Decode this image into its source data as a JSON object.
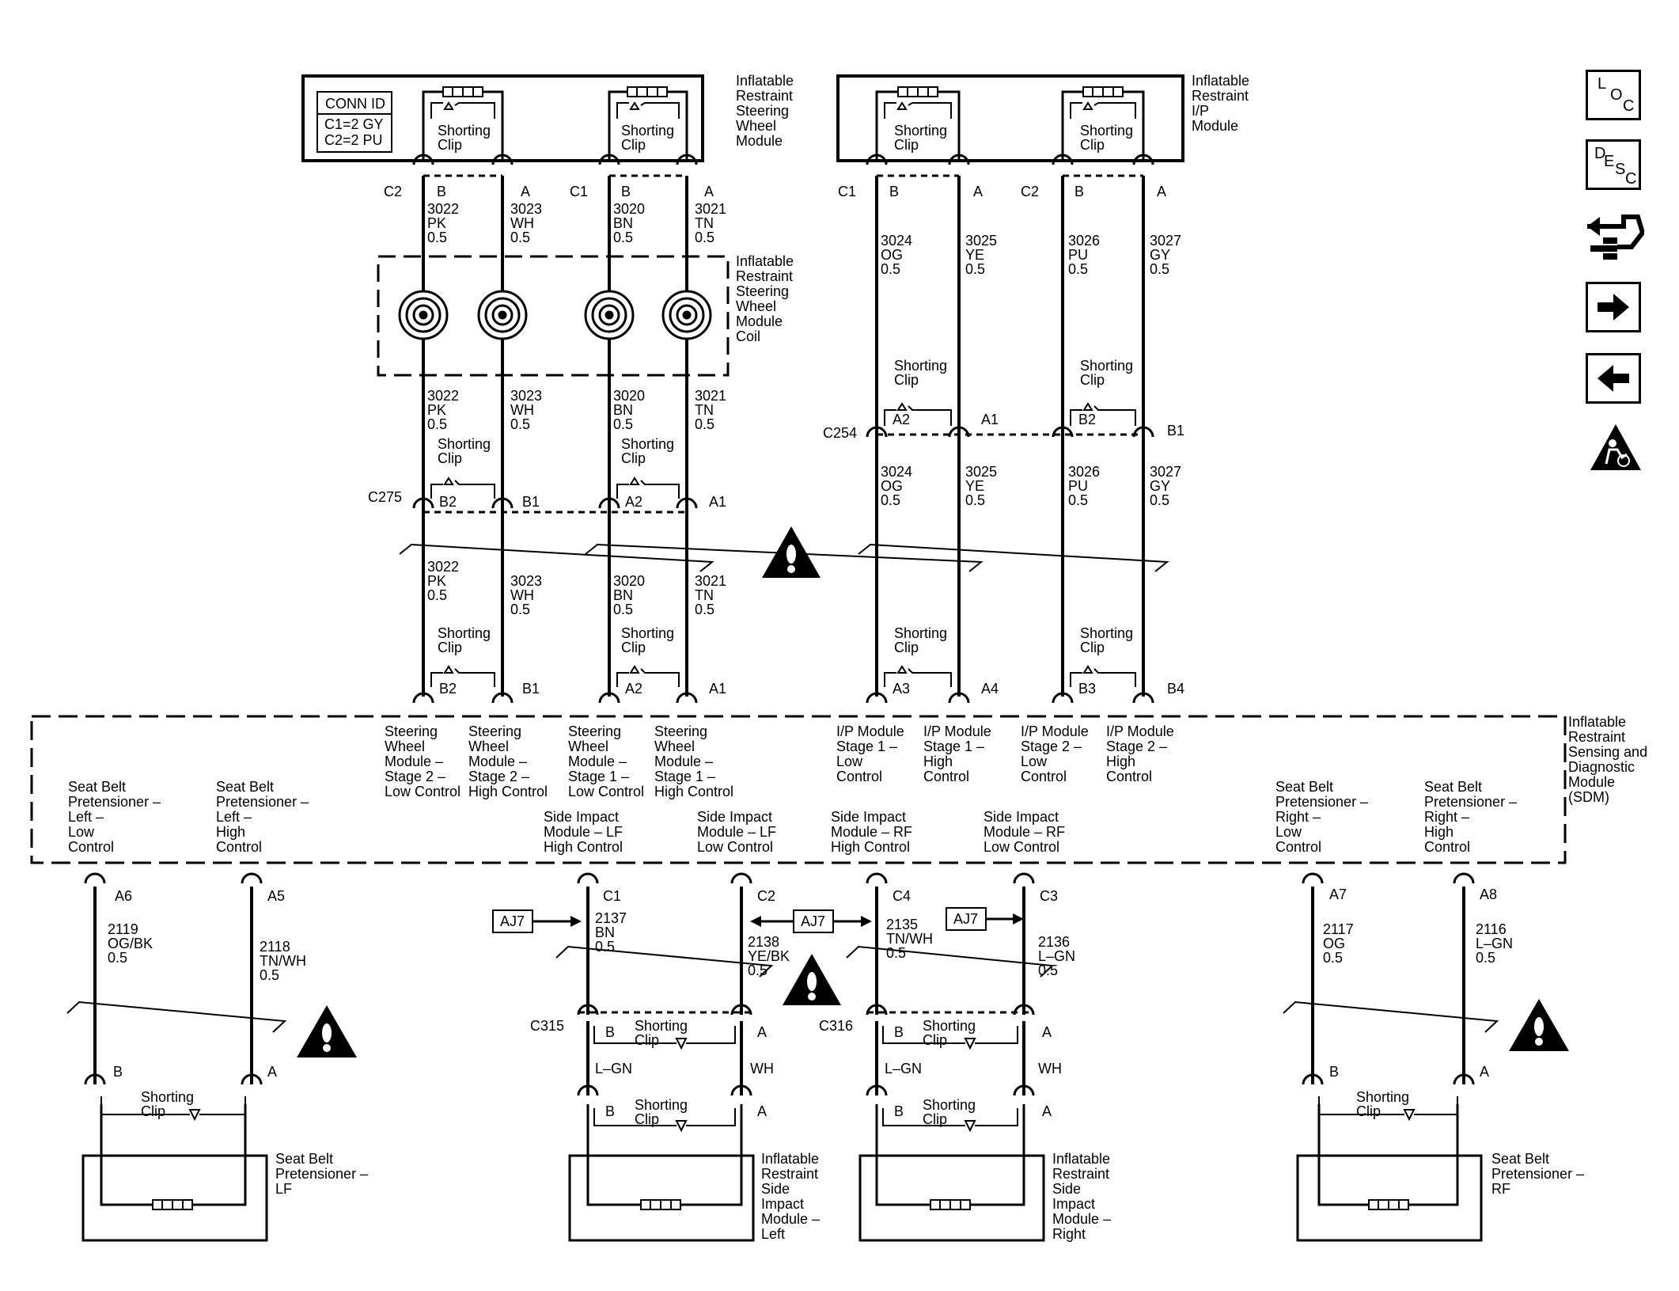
{
  "conn_id": {
    "title": "CONN ID",
    "c1": "C1=2 GY",
    "c2": "C2=2 PU"
  },
  "labels": {
    "shorting": "Shorting",
    "clip": "Clip",
    "aj7": "AJ7"
  },
  "modules": {
    "steering_wheel": [
      "Inflatable",
      "Restraint",
      "Steering",
      "Wheel",
      "Module"
    ],
    "ip_module": [
      "Inflatable",
      "Restraint",
      "I/P",
      "Module"
    ],
    "coil": [
      "Inflatable",
      "Restraint",
      "Steering",
      "Wheel",
      "Module",
      "Coil"
    ],
    "sdm": [
      "Inflatable",
      "Restraint",
      "Sensing and",
      "Diagnostic",
      "Module",
      "(SDM)"
    ],
    "sbp_lf": [
      "Seat Belt",
      "Pretensioner –",
      "LF"
    ],
    "sbp_rf": [
      "Seat Belt",
      "Pretensioner –",
      "RF"
    ],
    "side_left": [
      "Inflatable",
      "Restraint",
      "Side",
      "Impact",
      "Module –",
      "Left"
    ],
    "side_right": [
      "Inflatable",
      "Restraint",
      "Side",
      "Impact",
      "Module –",
      "Right"
    ]
  },
  "connectors": {
    "c2": "C2",
    "c1": "C1",
    "c254": "C254",
    "c275": "C275",
    "c315": "C315",
    "c316": "C316"
  },
  "pins": {
    "a": "A",
    "b": "B",
    "a1": "A1",
    "a2": "A2",
    "b1": "B1",
    "b2": "B2",
    "a3": "A3",
    "a4": "A4",
    "b3": "B3",
    "b4": "B4",
    "a5": "A5",
    "a6": "A6",
    "a7": "A7",
    "a8": "A8",
    "c1": "C1",
    "c2": "C2",
    "c3": "C3",
    "c4": "C4"
  },
  "wires": {
    "w3022": [
      "3022",
      "PK",
      "0.5"
    ],
    "w3023": [
      "3023",
      "WH",
      "0.5"
    ],
    "w3020": [
      "3020",
      "BN",
      "0.5"
    ],
    "w3021": [
      "3021",
      "TN",
      "0.5"
    ],
    "w3024": [
      "3024",
      "OG",
      "0.5"
    ],
    "w3025": [
      "3025",
      "YE",
      "0.5"
    ],
    "w3026": [
      "3026",
      "PU",
      "0.5"
    ],
    "w3027": [
      "3027",
      "GY",
      "0.5"
    ],
    "w2119": [
      "2119",
      "OG/BK",
      "0.5"
    ],
    "w2118": [
      "2118",
      "TN/WH",
      "0.5"
    ],
    "w2137": [
      "2137",
      "BN",
      "0.5"
    ],
    "w2138": [
      "2138",
      "YE/BK",
      "0.5"
    ],
    "w2135": [
      "2135",
      "TN/WH",
      "0.5"
    ],
    "w2136": [
      "2136",
      "L–GN",
      "0.5"
    ],
    "w2117": [
      "2117",
      "OG",
      "0.5"
    ],
    "w2116": [
      "2116",
      "L–GN",
      "0.5"
    ]
  },
  "wire_colors": {
    "lgn": "L–GN",
    "wh": "WH"
  },
  "sdm_functions": {
    "sw_s2_low": [
      "Steering",
      "Wheel",
      "Module –",
      "Stage 2 –",
      "Low Control"
    ],
    "sw_s2_high": [
      "Steering",
      "Wheel",
      "Module –",
      "Stage 2 –",
      "High Control"
    ],
    "sw_s1_low": [
      "Steering",
      "Wheel",
      "Module –",
      "Stage 1 –",
      "Low Control"
    ],
    "sw_s1_high": [
      "Steering",
      "Wheel",
      "Module –",
      "Stage 1 –",
      "High Control"
    ],
    "ip_s1_low": [
      "I/P Module",
      "Stage 1 –",
      "Low",
      "Control"
    ],
    "ip_s1_high": [
      "I/P Module",
      "Stage 1 –",
      "High",
      "Control"
    ],
    "ip_s2_low": [
      "I/P Module",
      "Stage 2 –",
      "Low",
      "Control"
    ],
    "ip_s2_high": [
      "I/P Module",
      "Stage 2 –",
      "High",
      "Control"
    ],
    "sbp_left_low": [
      "Seat Belt",
      "Pretensioner –",
      "Left –",
      "Low",
      "Control"
    ],
    "sbp_left_high": [
      "Seat Belt",
      "Pretensioner –",
      "Left –",
      "High",
      "Control"
    ],
    "side_lf_high": [
      "Side Impact",
      "Module – LF",
      "High Control"
    ],
    "side_lf_low": [
      "Side Impact",
      "Module – LF",
      "Low Control"
    ],
    "side_rf_high": [
      "Side Impact",
      "Module – RF",
      "High Control"
    ],
    "side_rf_low": [
      "Side Impact",
      "Module – RF",
      "Low Control"
    ],
    "sbp_right_low": [
      "Seat Belt",
      "Pretensioner –",
      "Right –",
      "Low",
      "Control"
    ],
    "sbp_right_high": [
      "Seat Belt",
      "Pretensioner –",
      "Right –",
      "High",
      "Control"
    ]
  },
  "sidebar": {
    "loc": {
      "l": "L",
      "o": "O",
      "c": "C"
    },
    "desc": {
      "d": "D",
      "e": "E",
      "s": "S",
      "c": "C"
    },
    "icons": [
      "loc-button-icon",
      "desc-button-icon",
      "connector-handshake-icon",
      "next-arrow-icon",
      "previous-arrow-icon",
      "airbag-warning-icon"
    ]
  }
}
